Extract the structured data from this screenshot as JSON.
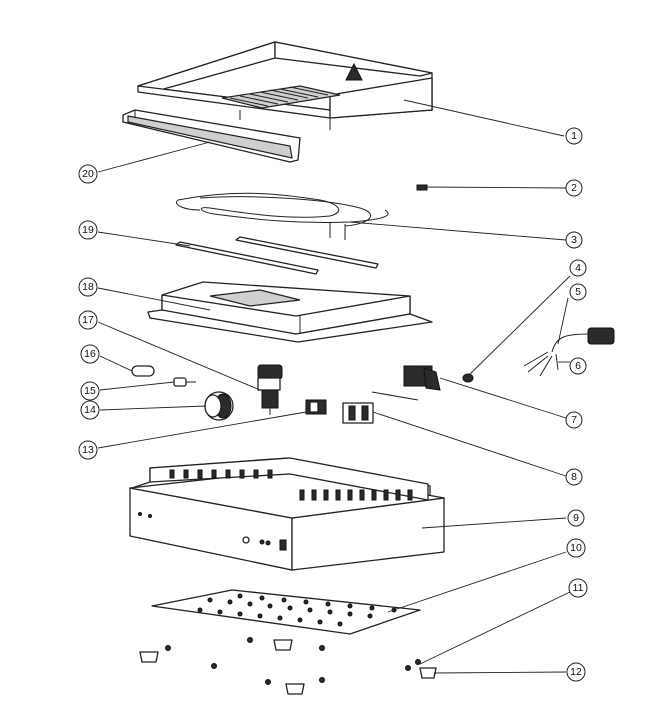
{
  "callouts": [
    {
      "id": "1",
      "label": "1"
    },
    {
      "id": "2",
      "label": "2"
    },
    {
      "id": "3",
      "label": "3"
    },
    {
      "id": "4",
      "label": "4"
    },
    {
      "id": "5",
      "label": "5"
    },
    {
      "id": "6",
      "label": "6"
    },
    {
      "id": "7",
      "label": "7"
    },
    {
      "id": "8",
      "label": "8"
    },
    {
      "id": "9",
      "label": "9"
    },
    {
      "id": "10",
      "label": "10"
    },
    {
      "id": "11",
      "label": "11"
    },
    {
      "id": "12",
      "label": "12"
    },
    {
      "id": "13",
      "label": "13"
    },
    {
      "id": "14",
      "label": "14"
    },
    {
      "id": "15",
      "label": "15"
    },
    {
      "id": "16",
      "label": "16"
    },
    {
      "id": "17",
      "label": "17"
    },
    {
      "id": "18",
      "label": "18"
    },
    {
      "id": "19",
      "label": "19"
    },
    {
      "id": "20",
      "label": "20"
    }
  ],
  "colors": {
    "line": "#222222",
    "fill": "#ffffff",
    "dark": "#2b2b2b",
    "grey": "#cfcfcf"
  }
}
